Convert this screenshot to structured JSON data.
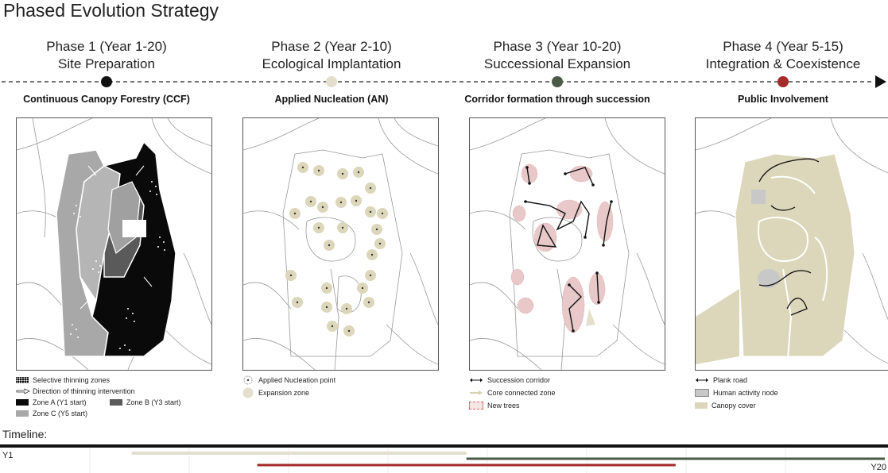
{
  "title": "Phased Evolution Strategy",
  "colors": {
    "phase1": "#111111",
    "phase2": "#e3dfcc",
    "phase3": "#4a5a46",
    "phase4": "#a52a2a",
    "canopy": "#dcd6ba",
    "zoneA": "#0a0a0a",
    "zoneB": "#5a5a5a",
    "zoneC": "#a8a8a8",
    "human": "#c8c8c8"
  },
  "phases": [
    {
      "heading": "Phase 1 (Year 1-20)",
      "name": "Site Preparation",
      "subtitle": "Continuous Canopy Forestry (CCF)",
      "legend": [
        {
          "label": "Selective thinning zones",
          "icon": "thinning-dots-swatch"
        },
        {
          "label": "Direction of thinning intervention",
          "icon": "hollow-arrow-icon"
        },
        {
          "label": "Zone A (Y1 start)",
          "icon": "black-swatch"
        },
        {
          "label": "Zone B (Y3 start)",
          "icon": "dark-grey-swatch"
        },
        {
          "label": "Zone C (Y5 start)",
          "icon": "light-grey-swatch"
        }
      ]
    },
    {
      "heading": "Phase 2 (Year 2-10)",
      "name": "Ecological Implantation",
      "subtitle": "Applied Nucleation (AN)",
      "legend": [
        {
          "label": "Applied Nucleation point",
          "icon": "nucleation-point-icon"
        },
        {
          "label": "Expansion zone",
          "icon": "beige-circle-icon"
        }
      ]
    },
    {
      "heading": "Phase 3 (Year 10-20)",
      "name": "Successional Expansion",
      "subtitle": "Corridor formation through succession",
      "legend": [
        {
          "label": "Succession corridor",
          "icon": "double-arrow-icon"
        },
        {
          "label": "Core connected zone",
          "icon": "beige-arrow-icon"
        },
        {
          "label": "New trees",
          "icon": "red-dots-swatch"
        }
      ]
    },
    {
      "heading": "Phase 4 (Year 5-15)",
      "name": "Integration & Coexistence",
      "subtitle": "Public Involvement",
      "legend": [
        {
          "label": "Plank road",
          "icon": "double-arrow-icon"
        },
        {
          "label": "Human activity node",
          "icon": "grey-swatch"
        },
        {
          "label": "Canopy cover",
          "icon": "beige-swatch"
        }
      ]
    }
  ],
  "timeline": {
    "label": "Timeline:",
    "start": "Y1",
    "end": "Y20",
    "start_year": 1,
    "end_year": 20,
    "bars": [
      {
        "phase": 1,
        "from": 1,
        "to": 20
      },
      {
        "phase": 2,
        "from": 2,
        "to": 10
      },
      {
        "phase": 3,
        "from": 10,
        "to": 20
      },
      {
        "phase": 4,
        "from": 5,
        "to": 15
      }
    ]
  }
}
